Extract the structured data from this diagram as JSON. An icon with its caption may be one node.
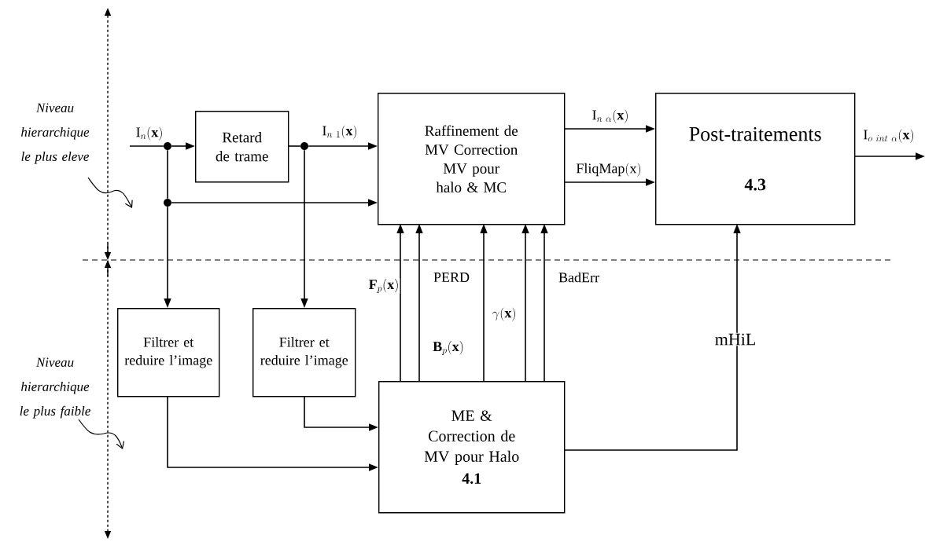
{
  "diagram": {
    "nodes": [
      {
        "text": [
          "Retard de trame"
        ]
      },
      {
        "text": [
          "Raffinement de MV Correction MV pour halo & MC"
        ]
      },
      {
        "text": [
          "Post-traitements",
          "4.3"
        ]
      },
      {
        "text": [
          "Filtrer et reduire l’image"
        ]
      },
      {
        "text": [
          "Filtrer et reduire l’image"
        ]
      },
      {
        "text": [
          "ME & Correction de MV pour Halo",
          "4.1"
        ]
      },
      {
        "text": [],
        "shape": "circle"
      },
      {
        "text": [],
        "shape": "circle"
      },
      {
        "text": [],
        "shape": "circle"
      }
    ],
    "edges": [
      {
        "from": null,
        "to": 6,
        "arrow": "none",
        "label": "\\mathrm{I}_{n}(\\mathbf{x})"
      },
      {
        "from": 6,
        "to": 0,
        "arrow": "to"
      },
      {
        "from": 6,
        "to": 7,
        "arrow": "none"
      },
      {
        "from": 7,
        "to": 1,
        "arrow": "to"
      },
      {
        "from": 7,
        "to": 3,
        "arrow": "to"
      },
      {
        "from": 0,
        "to": 8,
        "arrow": "none"
      },
      {
        "from": 8,
        "to": 1,
        "arrow": "to",
        "label": "\\mathrm{I}_{n\\ 1}(\\mathbf{x})"
      },
      {
        "from": 8,
        "to": 4,
        "arrow": "to"
      },
      {
        "from": 1,
        "to": 2,
        "arrow": "to",
        "label": "\\mathrm{I}_{n\\ \\alpha}(\\mathbf{x})"
      },
      {
        "from": 1,
        "to": 2,
        "arrow": "to",
        "label": "\\mathrm{FliqMap}(\\mathrm{x})"
      },
      {
        "from": 2,
        "to": null,
        "arrow": "to",
        "label": "\\mathrm{I}_{o\\ int\\ \\alpha}(\\mathbf{x})"
      },
      {
        "from": 5,
        "to": 1,
        "arrow": "to",
        "label": "\\mathbf{F}_{p}(\\mathbf{x})"
      },
      {
        "from": 5,
        "to": 1,
        "arrow": "to",
        "label": "\\mathbf{B}_{p}(\\mathbf{x})"
      },
      {
        "from": 5,
        "to": 1,
        "arrow": "to",
        "label": "\\mathrm{PERD}"
      },
      {
        "from": 5,
        "to": 1,
        "arrow": "to",
        "label": "\\gamma(\\mathbf{x})"
      },
      {
        "from": 5,
        "to": 1,
        "arrow": "to",
        "label": "\\mathrm{BadErr}"
      },
      {
        "from": 5,
        "to": 2,
        "arrow": "to",
        "label": "\\mathrm{mHiL}"
      },
      {
        "from": 3,
        "to": 5,
        "arrow": "to"
      },
      {
        "from": 4,
        "to": 5,
        "arrow": "to"
      }
    ],
    "labels": [
      "Niveau hierarchique le plus eleve",
      "Niveau hierarchique le plus faible"
    ]
  }
}
